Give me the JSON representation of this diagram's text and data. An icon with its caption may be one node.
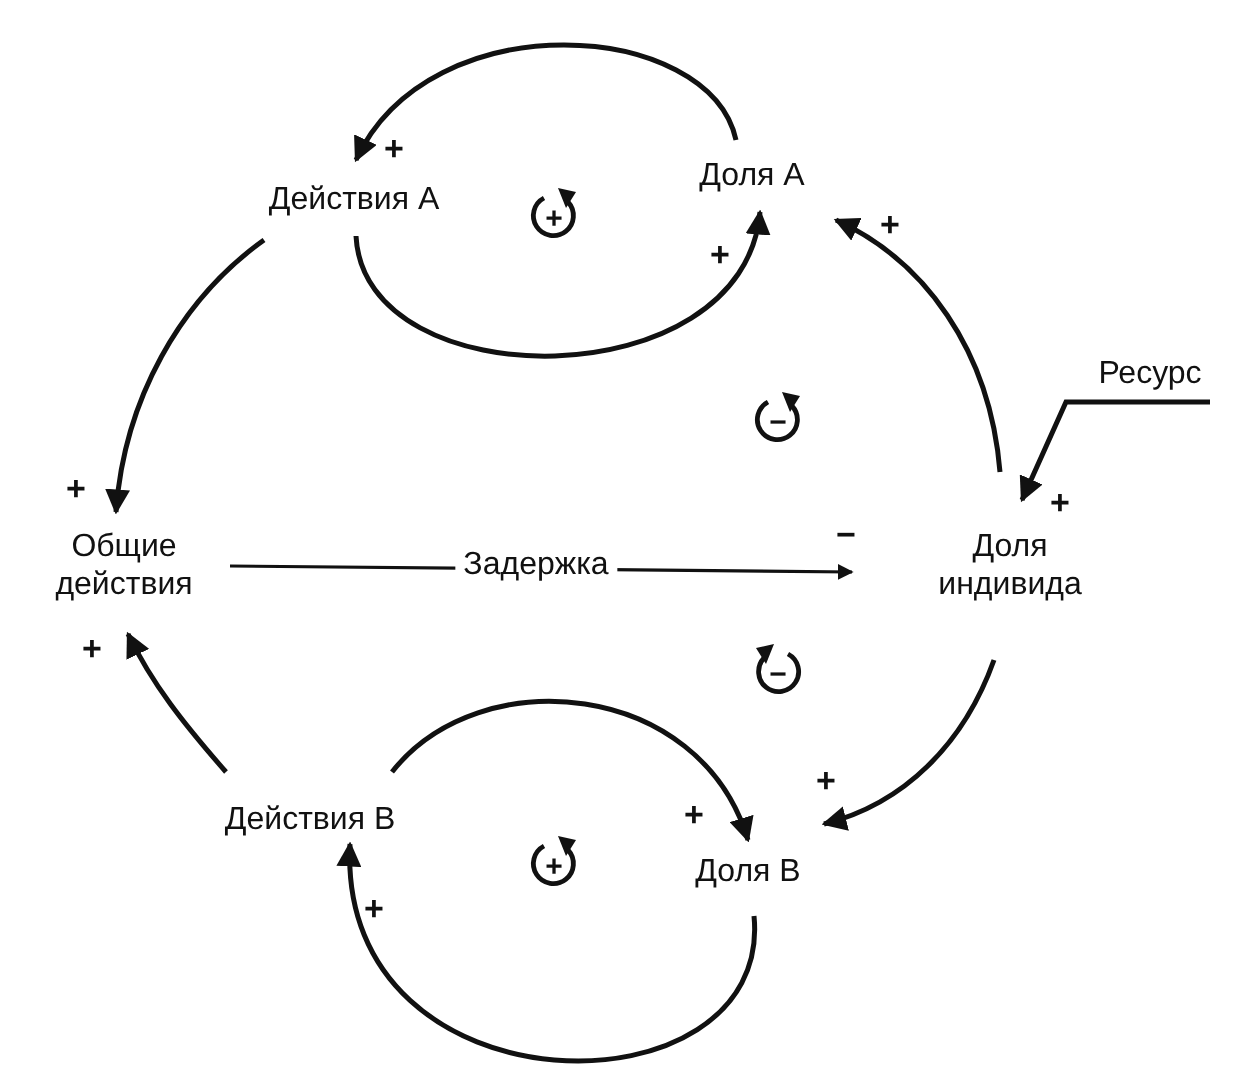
{
  "diagram": {
    "nodes": [
      {
        "text": [
          "Действия А"
        ]
      },
      {
        "text": [
          "Доля А"
        ]
      },
      {
        "text": [
          "Общие действия"
        ]
      },
      {
        "text": [
          "Доля индивида"
        ]
      },
      {
        "text": [
          "Действия В"
        ]
      },
      {
        "text": [
          "Доля В"
        ]
      },
      {
        "text": [
          "Ресурс"
        ]
      }
    ],
    "edges": [
      {
        "from": 1,
        "to": 0,
        "arrow": "to",
        "label": "+"
      },
      {
        "from": 0,
        "to": 1,
        "arrow": "to",
        "label": "+"
      },
      {
        "from": 0,
        "to": 2,
        "arrow": "to",
        "label": "+"
      },
      {
        "from": 4,
        "to": 2,
        "arrow": "to",
        "label": "+"
      },
      {
        "from": 4,
        "to": 5,
        "arrow": "to",
        "label": "+"
      },
      {
        "from": 5,
        "to": 4,
        "arrow": "to",
        "label": "+"
      },
      {
        "from": 3,
        "to": 1,
        "arrow": "to",
        "label": "+"
      },
      {
        "from": 3,
        "to": 5,
        "arrow": "to",
        "label": "+"
      },
      {
        "from": 6,
        "to": 3,
        "arrow": "to",
        "label": "+"
      },
      {
        "from": 2,
        "to": 3,
        "arrow": "to",
        "label": "Задержка"
      }
    ],
    "labels": [
      "+",
      "−",
      "−",
      "−",
      "+"
    ]
  }
}
